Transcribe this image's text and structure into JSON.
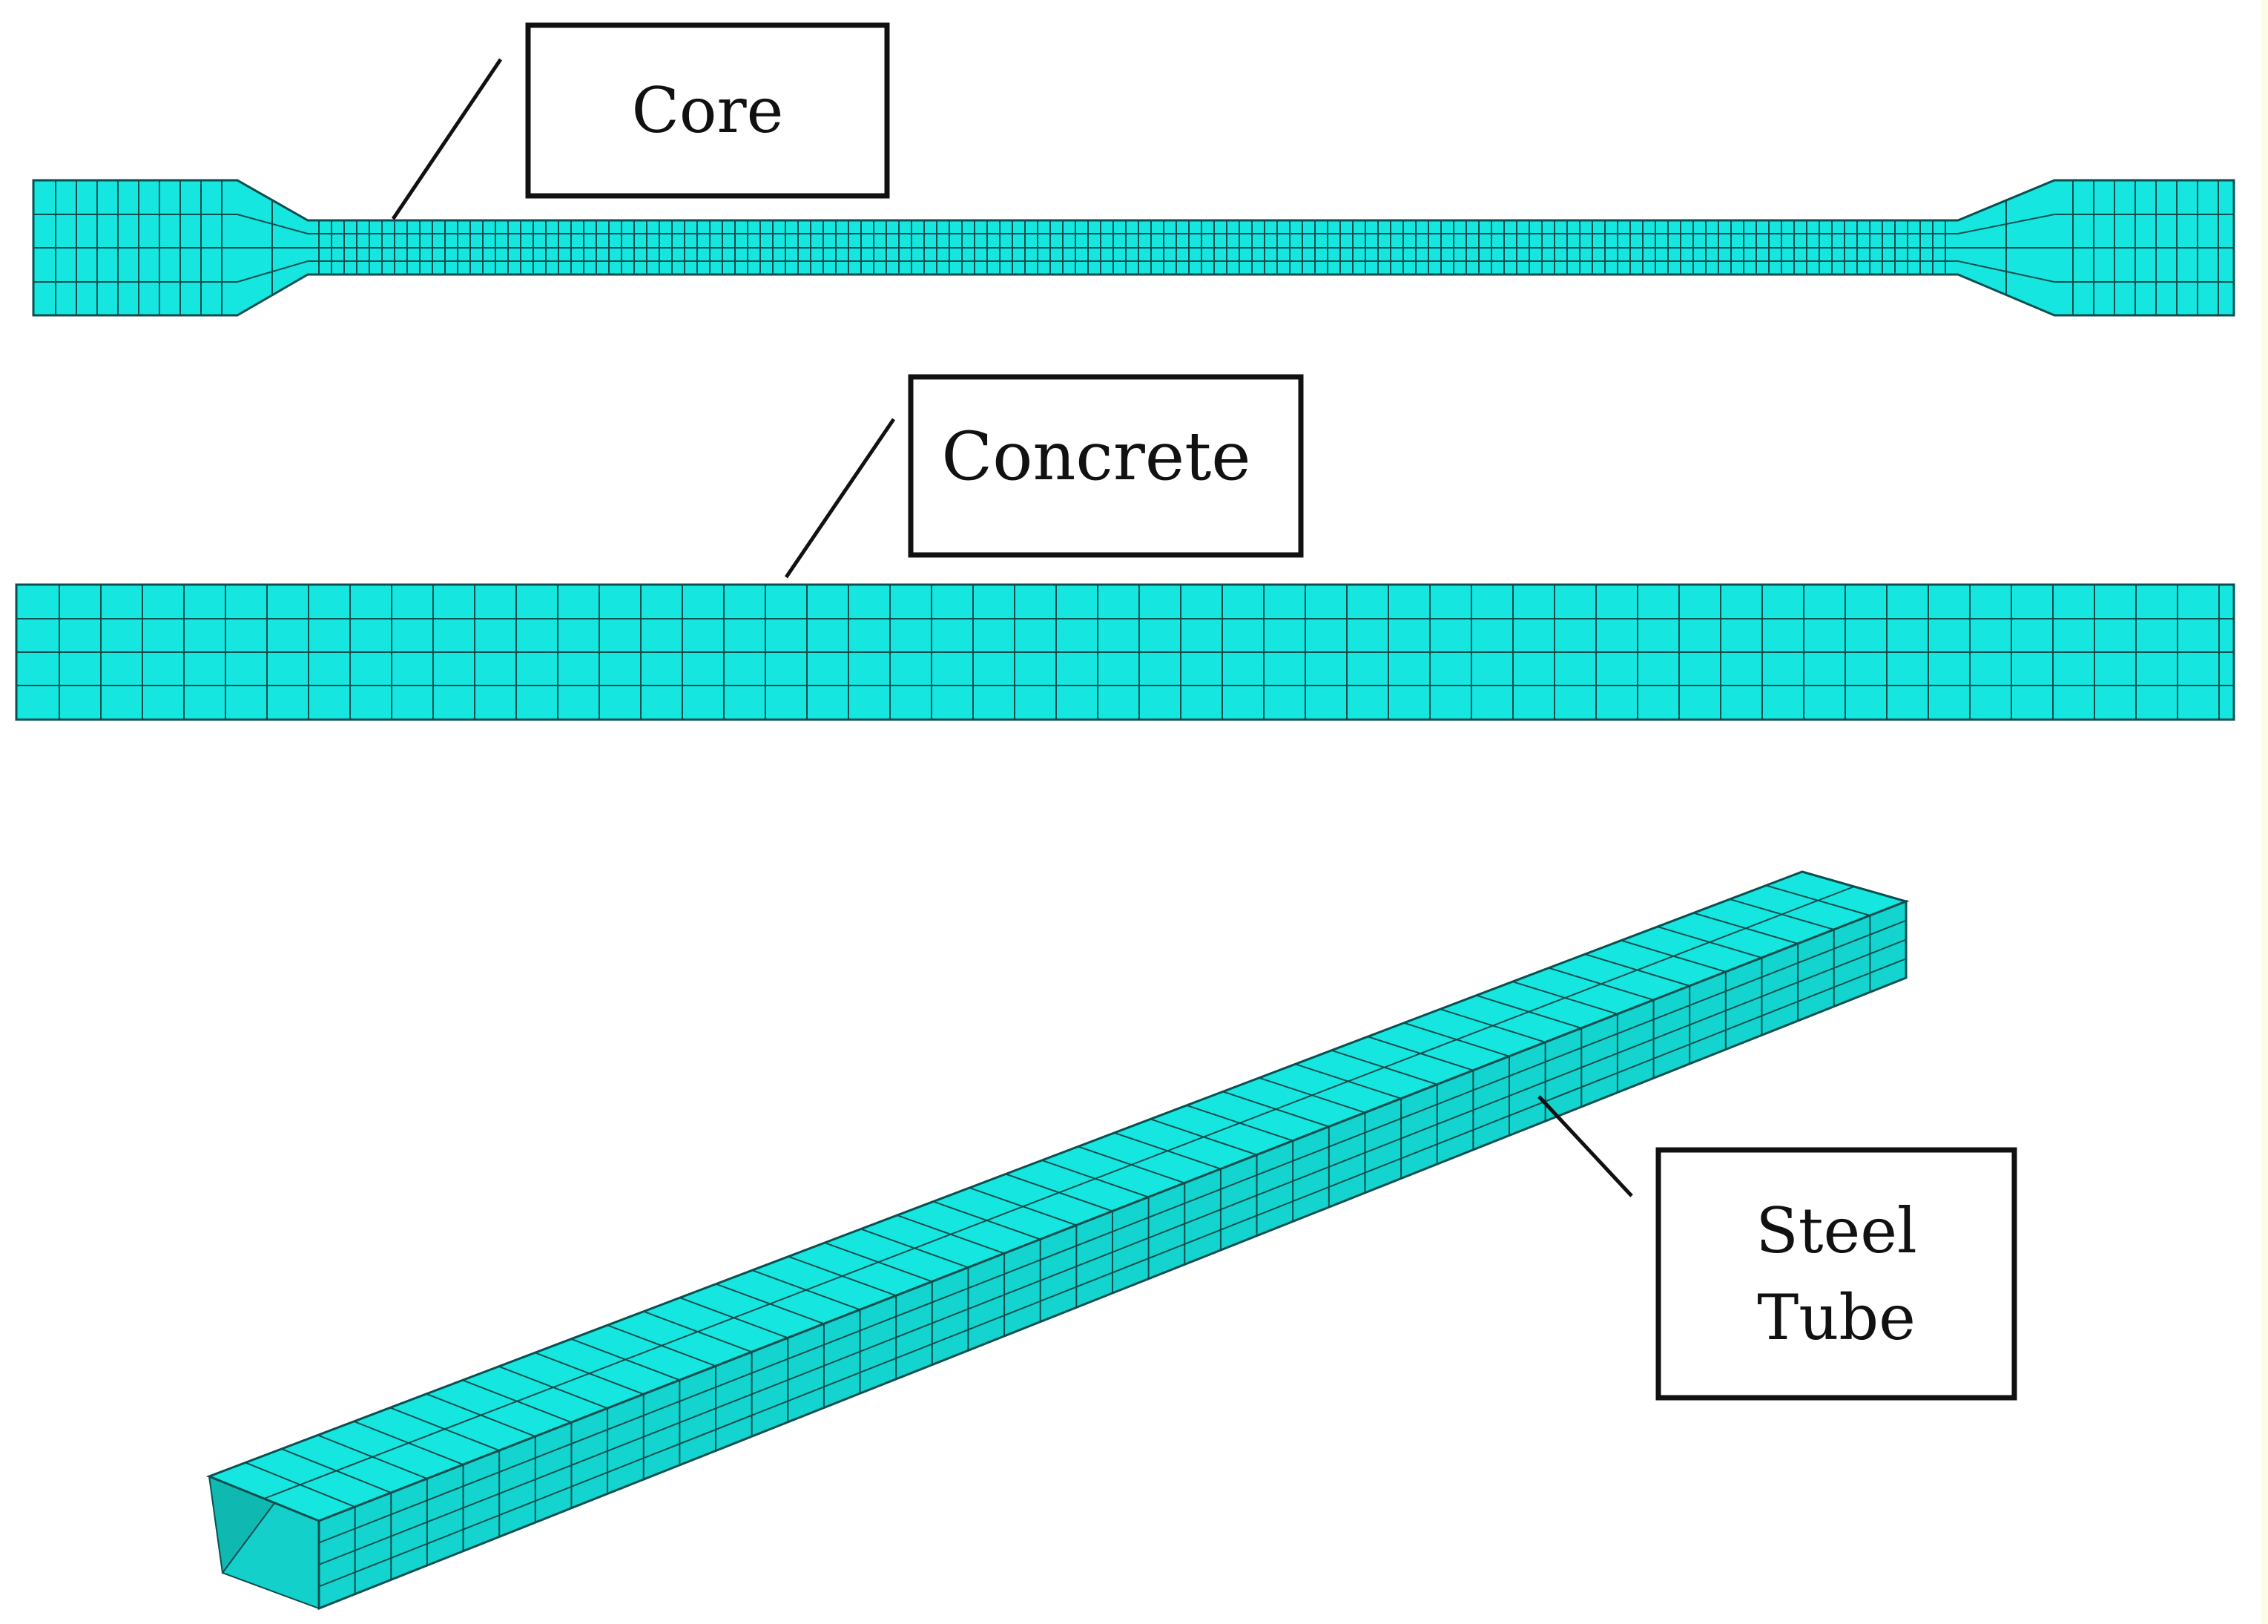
{
  "labels": {
    "core": "Core",
    "concrete": "Concrete",
    "steel_line1": "Steel",
    "steel_line2": "Tube"
  },
  "colors": {
    "mesh_fill": "#16e6e0",
    "mesh_line": "#0b4f4f",
    "mesh_side": "#12c4be",
    "background": "#ffffff",
    "right_edge": "#fdfde6",
    "stroke": "#111111"
  }
}
